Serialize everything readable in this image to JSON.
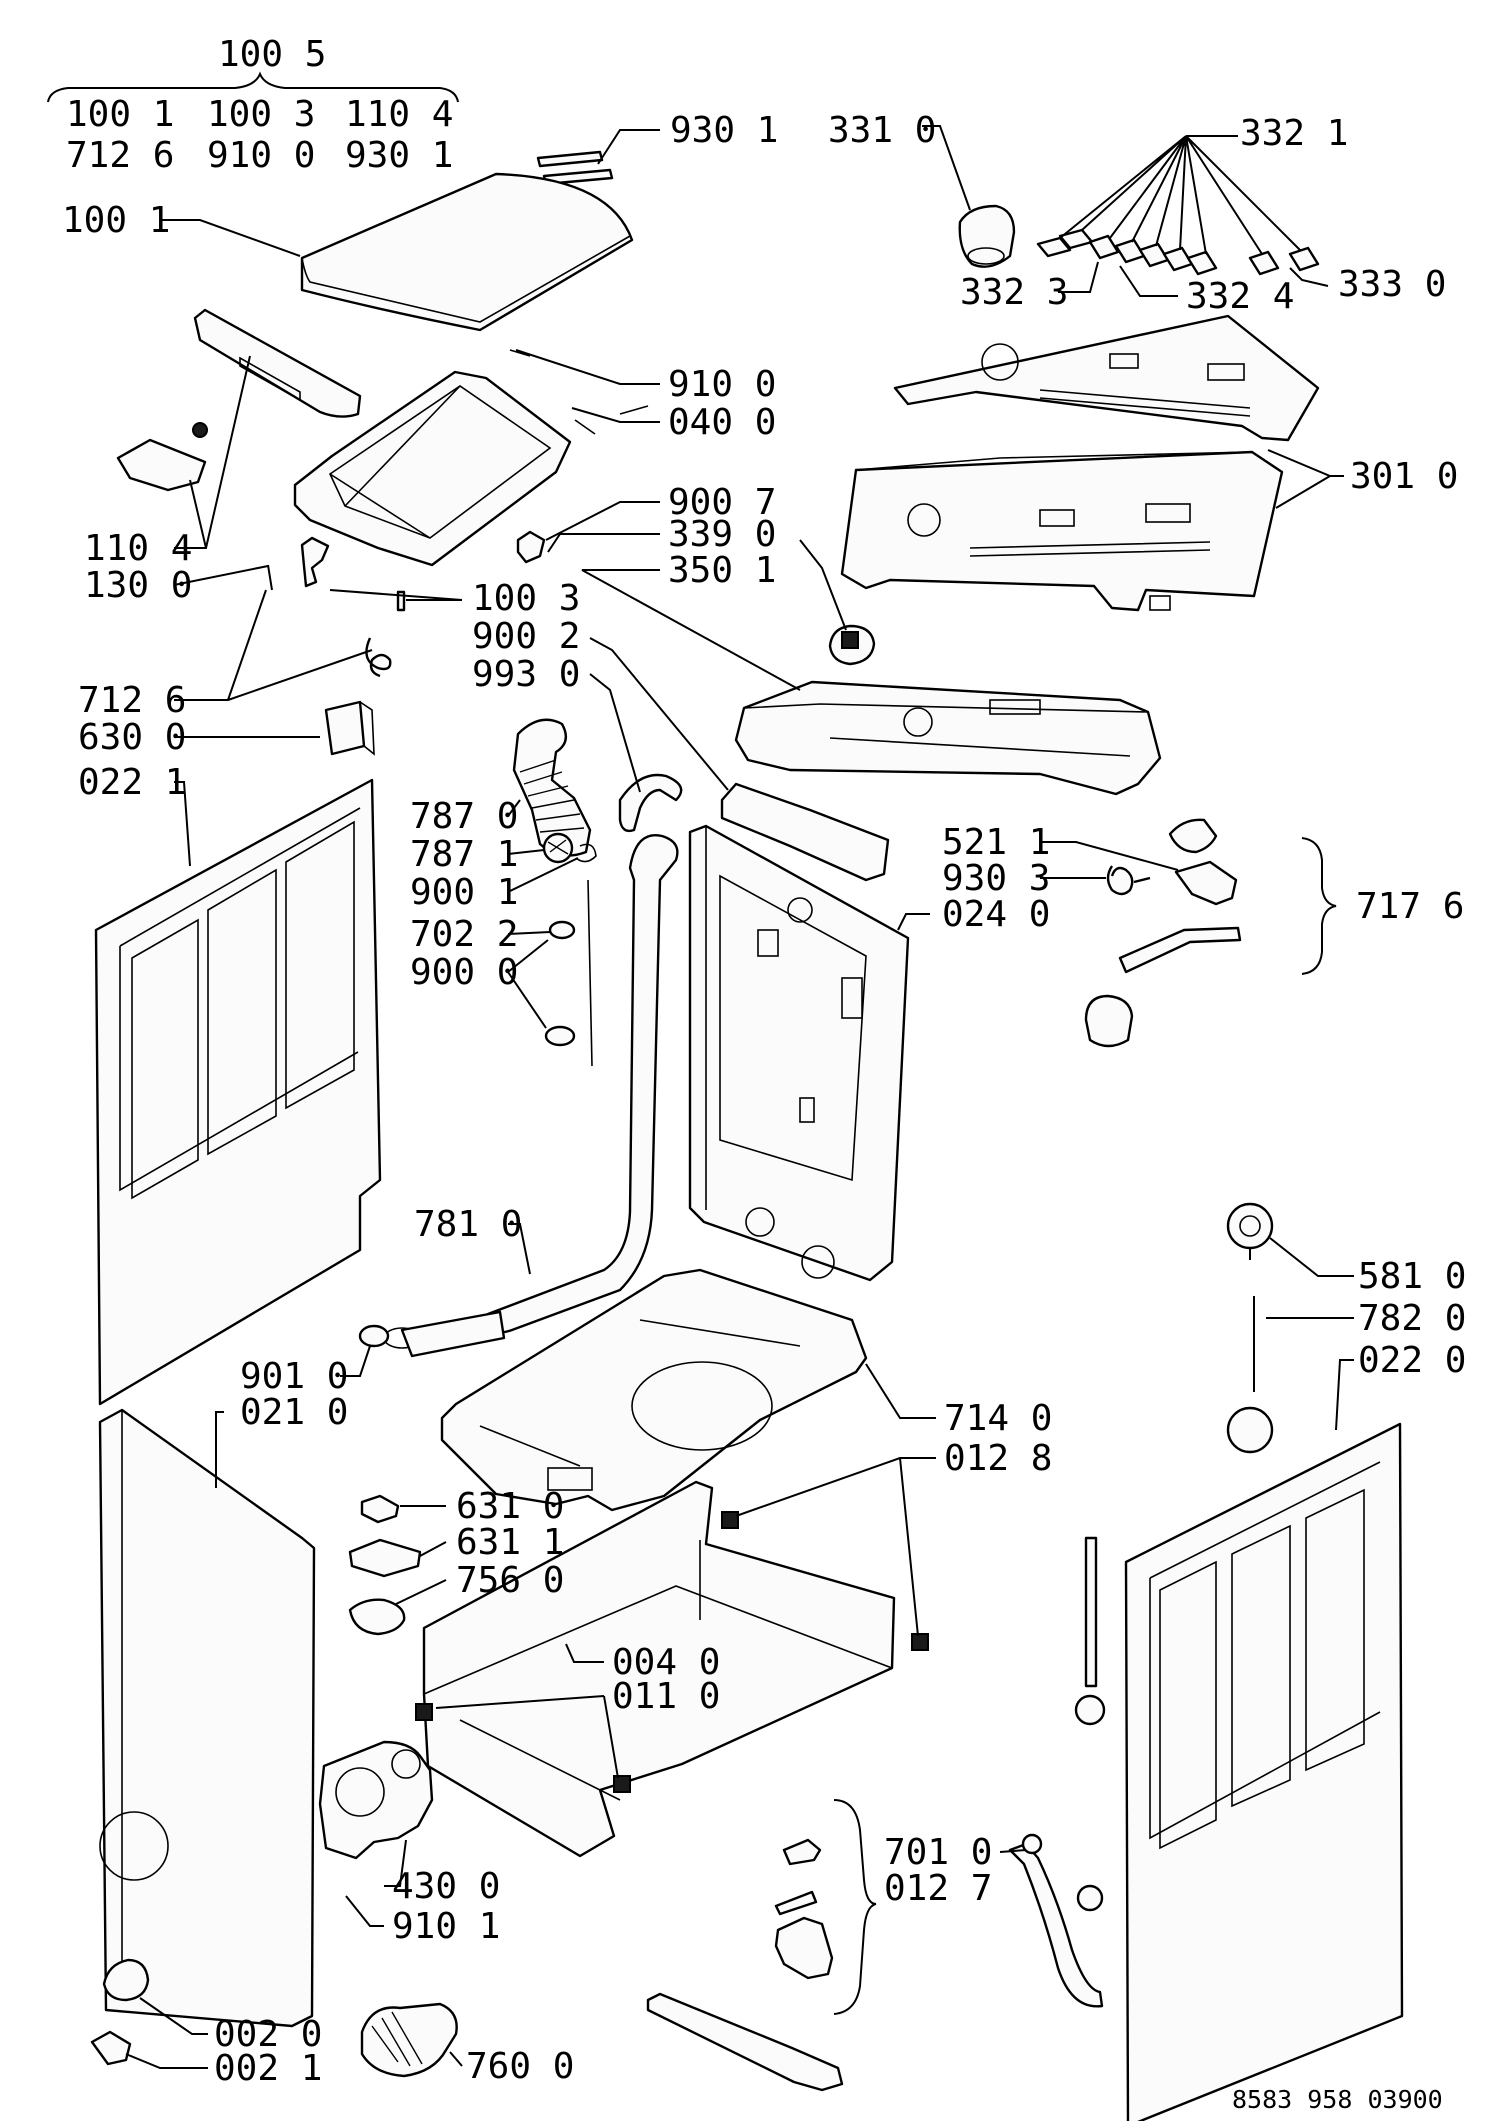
{
  "group_header": {
    "title": "100 5",
    "row1": [
      "100 1",
      "100 3",
      "110 4"
    ],
    "row2": [
      "712 6",
      "910 0",
      "930 1"
    ]
  },
  "callouts": {
    "c1001": "100 1",
    "c9301": "930 1",
    "c3310": "331 0",
    "c3321": "332 1",
    "c3323": "332 3",
    "c3324": "332 4",
    "c3330": "333 0",
    "c9100": "910 0",
    "c0400": "040 0",
    "c3010": "301 0",
    "c1104": "110 4",
    "c1300": "130 0",
    "c9007": "900 7",
    "c3390": "339 0",
    "c3501": "350 1",
    "c1003": "100 3",
    "c9002": "900 2",
    "c9930": "993 0",
    "c7126": "712 6",
    "c6300": "630 0",
    "c0221": "022 1",
    "c7870": "787 0",
    "c7871": "787 1",
    "c9001": "900 1",
    "c7022": "702 2",
    "c9000": "900 0",
    "c5211": "521 1",
    "c9303": "930 3",
    "c0240": "024 0",
    "c7176": "717 6",
    "c7810": "781 0",
    "c5810": "581 0",
    "c7820": "782 0",
    "c0220": "022 0",
    "c9010": "901 0",
    "c0210": "021 0",
    "c7140": "714 0",
    "c0128": "012 8",
    "c6310": "631 0",
    "c6311": "631 1",
    "c7560": "756 0",
    "c0040": "004 0",
    "c0110": "011 0",
    "c7010": "701 0",
    "c0127": "012 7",
    "c4300": "430 0",
    "c9101": "910 1",
    "c0020": "002 0",
    "c0021": "002 1",
    "c7600": "760 0"
  },
  "reference": "8583 958 03900"
}
